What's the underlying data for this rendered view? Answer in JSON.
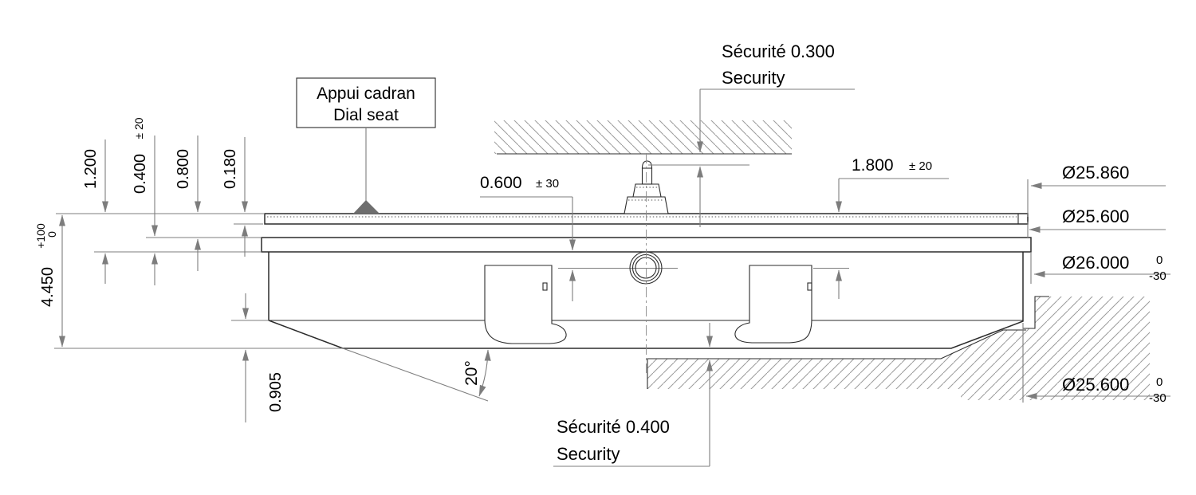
{
  "annotations": {
    "dial_seat_fr": "Appui cadran",
    "dial_seat_en": "Dial seat",
    "security_top_fr": "Sécurité 0.300",
    "security_top_en": "Security",
    "security_bottom_fr": "Sécurité 0.400",
    "security_bottom_en": "Security"
  },
  "dimensions": {
    "h1200": "1.200",
    "h0400": "0.400",
    "h0400_tol": "± 20",
    "h0800": "0.800",
    "h0180": "0.180",
    "total": "4.450",
    "total_tol_up": "+100",
    "total_tol_dn": "0",
    "h0905": "0.905",
    "angle": "20°",
    "g0600": "0.600",
    "g0600_tol": "± 30",
    "g1800": "1.800",
    "g1800_tol": "± 20"
  },
  "diameters": {
    "d1": "Ø25.860",
    "d2": "Ø25.600",
    "d3": "Ø26.000",
    "d3_tol_up": "0",
    "d3_tol_dn": "-30",
    "d4": "Ø25.600",
    "d4_tol_up": "0",
    "d4_tol_dn": "-30"
  },
  "colors": {
    "line": "#2b2b2b",
    "dim": "#7d7d7d",
    "hatch": "#9b9b9b",
    "marker": "#6e6e6e",
    "text": "#000000",
    "background": "#ffffff"
  }
}
